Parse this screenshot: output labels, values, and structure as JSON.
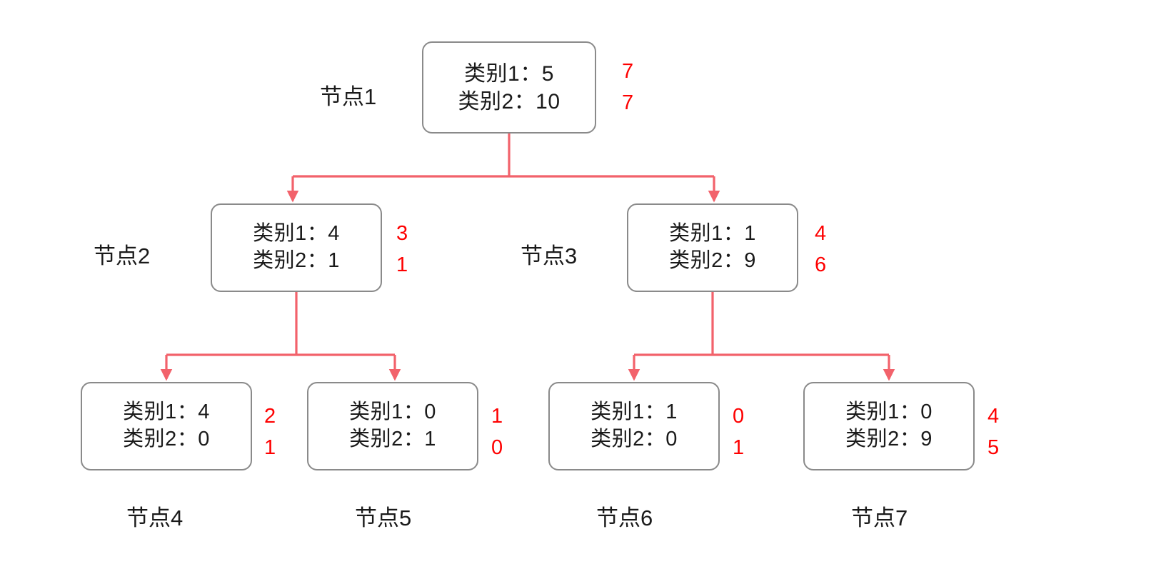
{
  "diagram": {
    "title_present": false,
    "colors": {
      "edge": "#f2626b",
      "annotation": "#fe0000",
      "node_border": "#8a8a8a",
      "node_text": "#1a1a1a",
      "background": "#ffffff"
    },
    "nodes": [
      {
        "id": "node1",
        "label": "节点1",
        "lines": [
          "类别1：5",
          "类别2：10"
        ],
        "annotations": [
          "7",
          "7"
        ]
      },
      {
        "id": "node2",
        "label": "节点2",
        "lines": [
          "类别1：4",
          "类别2：1"
        ],
        "annotations": [
          "3",
          "1"
        ]
      },
      {
        "id": "node3",
        "label": "节点3",
        "lines": [
          "类别1：1",
          "类别2：9"
        ],
        "annotations": [
          "4",
          "6"
        ]
      },
      {
        "id": "node4",
        "label": "节点4",
        "lines": [
          "类别1：4",
          "类别2：0"
        ],
        "annotations": [
          "2",
          "1"
        ]
      },
      {
        "id": "node5",
        "label": "节点5",
        "lines": [
          "类别1：0",
          "类别2：1"
        ],
        "annotations": [
          "1",
          "0"
        ]
      },
      {
        "id": "node6",
        "label": "节点6",
        "lines": [
          "类别1：1",
          "类别2：0"
        ],
        "annotations": [
          "0",
          "1"
        ]
      },
      {
        "id": "node7",
        "label": "节点7",
        "lines": [
          "类别1：0",
          "类别2：9"
        ],
        "annotations": [
          "4",
          "5"
        ]
      }
    ],
    "edges": [
      {
        "from": "node1",
        "to": "node2"
      },
      {
        "from": "node1",
        "to": "node3"
      },
      {
        "from": "node2",
        "to": "node4"
      },
      {
        "from": "node2",
        "to": "node5"
      },
      {
        "from": "node3",
        "to": "node6"
      },
      {
        "from": "node3",
        "to": "node7"
      }
    ]
  }
}
